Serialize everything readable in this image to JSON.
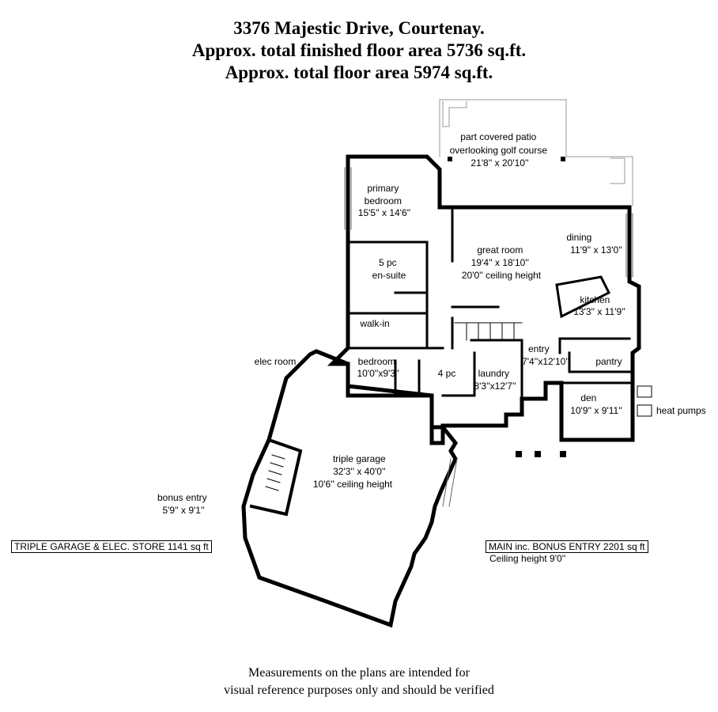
{
  "header": {
    "line1": "3376 Majestic Drive, Courtenay.",
    "line2": "Approx. total finished floor area 5736 sq.ft.",
    "line3": "Approx. total floor area 5974 sq.ft."
  },
  "rooms": {
    "patio": [
      "part covered patio",
      "overlooking golf course",
      "21'8'' x 20'10''"
    ],
    "primary_bedroom": [
      "primary",
      "bedroom",
      "15'5'' x 14'6''"
    ],
    "ensuite": [
      "5 pc",
      "en-suite"
    ],
    "great_room": [
      "great room",
      "19'4'' x 18'10''",
      "20'0'' ceiling height"
    ],
    "dining": [
      "dining",
      "11'9'' x 13'0''"
    ],
    "kitchen": [
      "kitchen",
      "13'3'' x 11'9''"
    ],
    "walk_in": [
      "walk-in"
    ],
    "entry": [
      "entry",
      "7'4''x12'10''"
    ],
    "bedroom": [
      "bedroom",
      "10'0''x9'3''"
    ],
    "bath4": [
      "4 pc"
    ],
    "laundry": [
      "laundry",
      "8'3''x12'7''"
    ],
    "pantry": [
      "pantry"
    ],
    "den": [
      "den",
      "10'9'' x 9'11''"
    ],
    "elec_room": [
      "elec room"
    ],
    "garage": [
      "triple garage",
      "32'3'' x 40'0''",
      "10'6'' ceiling height"
    ],
    "bonus_entry": [
      "bonus entry",
      "5'9'' x 9'1''"
    ]
  },
  "legend": {
    "heat_pumps": "heat pumps",
    "garage_area": "TRIPLE GARAGE & ELEC. STORE 1141 sq ft",
    "main_area": "MAIN inc. BONUS ENTRY 2201 sq ft",
    "ceiling": "Ceiling height 9'0''"
  },
  "footer": {
    "line1": "Measurements on the plans are intended for",
    "line2": "visual reference purposes only and should be verified"
  }
}
